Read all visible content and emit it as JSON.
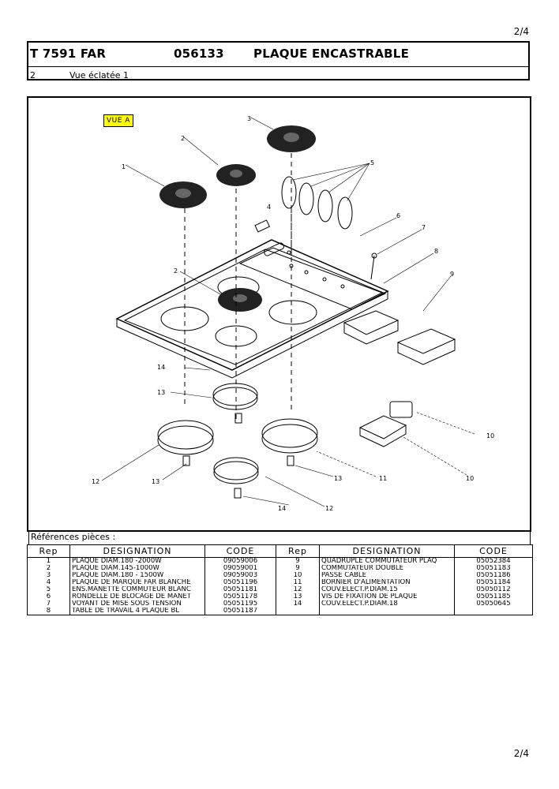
{
  "page_number": "2/4",
  "header": {
    "model": "T 7591 FAR",
    "code": "056133",
    "title": "PLAQUE ENCASTRABLE",
    "section_number": "2",
    "section_title": "Vue éclatée 1"
  },
  "diagram": {
    "view_label": "VUE A",
    "callouts": [
      "1",
      "2",
      "3",
      "4",
      "5",
      "6",
      "7",
      "8",
      "9",
      "2",
      "14",
      "13",
      "12",
      "13",
      "13",
      "14",
      "12",
      "11",
      "10"
    ]
  },
  "references": {
    "title": "Références pièces  :",
    "columns": [
      "Rep",
      "DESIGNATION",
      "CODE",
      "Rep",
      "DESIGNATION",
      "CODE"
    ],
    "rows": [
      {
        "rep1": "1",
        "des1": "PLAQUE DIAM.180 -2000W",
        "code1": "09059006",
        "rep2": "9",
        "des2": "QUADRUPLE COMMUTATEUR  PLAQ",
        "code2": "05052384"
      },
      {
        "rep1": "2",
        "des1": "PLAQUE DIAM.145-1000W",
        "code1": "09059001",
        "rep2": "9",
        "des2": "COMMUTATEUR DOUBLE",
        "code2": "05051183"
      },
      {
        "rep1": "3",
        "des1": "PLAQUE DIAM.180 - 1500W",
        "code1": "09059003",
        "rep2": "10",
        "des2": "PASSE CABLE",
        "code2": "05051186"
      },
      {
        "rep1": "4",
        "des1": "PLAQUE DE MARQUE FAR BLANCHE",
        "code1": "05051196",
        "rep2": "11",
        "des2": "BORNIER D'ALIMENTATION",
        "code2": "05051184"
      },
      {
        "rep1": "5",
        "des1": "ENS.MANETTE COMMUTEUR BLANC",
        "code1": "05051181",
        "rep2": "12",
        "des2": "COUV.ELECT.P.DIAM.15",
        "code2": "05050112"
      },
      {
        "rep1": "6",
        "des1": "RONDELLE DE BLOCAGE DE MANET",
        "code1": "05051178",
        "rep2": "13",
        "des2": "VIS DE FIXATION DE PLAQUE",
        "code2": "05051185"
      },
      {
        "rep1": "7",
        "des1": "VOYANT DE MISE SOUS TENSION",
        "code1": "05051195",
        "rep2": "14",
        "des2": "COUV.ELECT.P.DIAM.18",
        "code2": "05050645"
      },
      {
        "rep1": "8",
        "des1": "TABLE DE TRAVAIL 4 PLAQUE BL",
        "code1": "05051187",
        "rep2": "",
        "des2": "",
        "code2": ""
      }
    ]
  }
}
